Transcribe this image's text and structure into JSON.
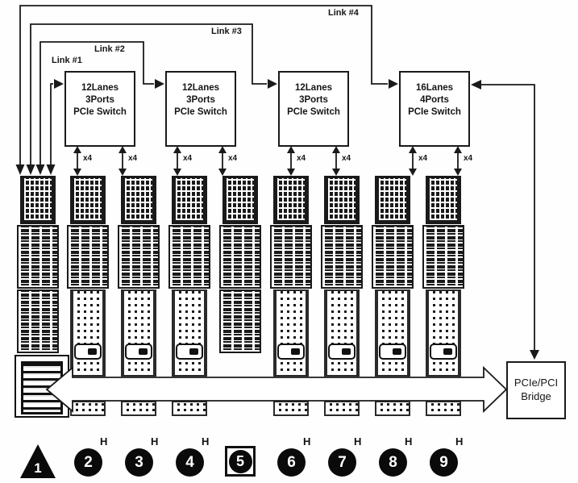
{
  "diagram": {
    "title_visible": "",
    "links": [
      {
        "label": "Link #1"
      },
      {
        "label": "Link #2"
      },
      {
        "label": "Link #3"
      },
      {
        "label": "Link #4"
      }
    ],
    "switches": [
      {
        "lanes": "12Lanes",
        "ports": "3Ports",
        "name": "PCIe Switch"
      },
      {
        "lanes": "12Lanes",
        "ports": "3Ports",
        "name": "PCIe Switch"
      },
      {
        "lanes": "12Lanes",
        "ports": "3Ports",
        "name": "PCIe Switch"
      },
      {
        "lanes": "16Lanes",
        "ports": "4Ports",
        "name": "PCIe Switch"
      }
    ],
    "lane_width_label": "x4",
    "bridge": {
      "line1": "PCIe/PCI",
      "line2": "Bridge"
    },
    "markers": [
      {
        "num": "1",
        "shape": "triangle",
        "superscript": ""
      },
      {
        "num": "2",
        "shape": "circle",
        "superscript": "H"
      },
      {
        "num": "3",
        "shape": "circle",
        "superscript": "H"
      },
      {
        "num": "4",
        "shape": "circle",
        "superscript": "H"
      },
      {
        "num": "5",
        "shape": "circle-boxed",
        "superscript": ""
      },
      {
        "num": "6",
        "shape": "circle",
        "superscript": "H"
      },
      {
        "num": "7",
        "shape": "circle",
        "superscript": "H"
      },
      {
        "num": "8",
        "shape": "circle",
        "superscript": "H"
      },
      {
        "num": "9",
        "shape": "circle",
        "superscript": "H"
      }
    ],
    "colors": {
      "ink": "#1a1a1a",
      "background": "#ffffff"
    }
  }
}
